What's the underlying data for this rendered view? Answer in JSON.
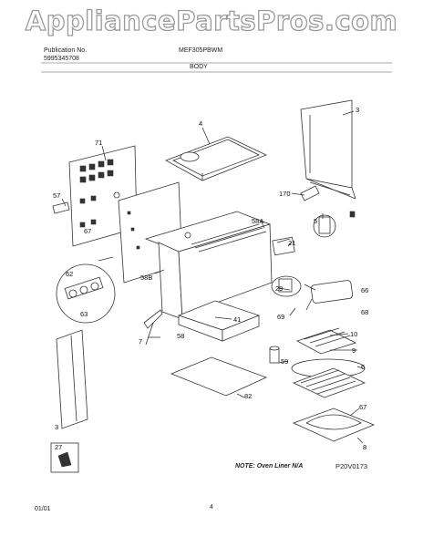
{
  "watermark": "AppliancePartsPros.com",
  "header": {
    "publication_label": "Publication No.",
    "publication_no": "5995345708",
    "model": "MEF305PBWM",
    "section": "BODY"
  },
  "callouts": [
    "71",
    "4",
    "3",
    "57",
    "170",
    "5",
    "58A",
    "67",
    "21",
    "62",
    "58B",
    "29",
    "66",
    "68",
    "63",
    "69",
    "41",
    "58",
    "10",
    "7",
    "9",
    "59",
    "6",
    "82",
    "3",
    "67",
    "27",
    "8"
  ],
  "note": "NOTE: Oven Liner N/A",
  "figure_code": "P20V0173",
  "footer": {
    "date": "01/01",
    "page": "4"
  }
}
